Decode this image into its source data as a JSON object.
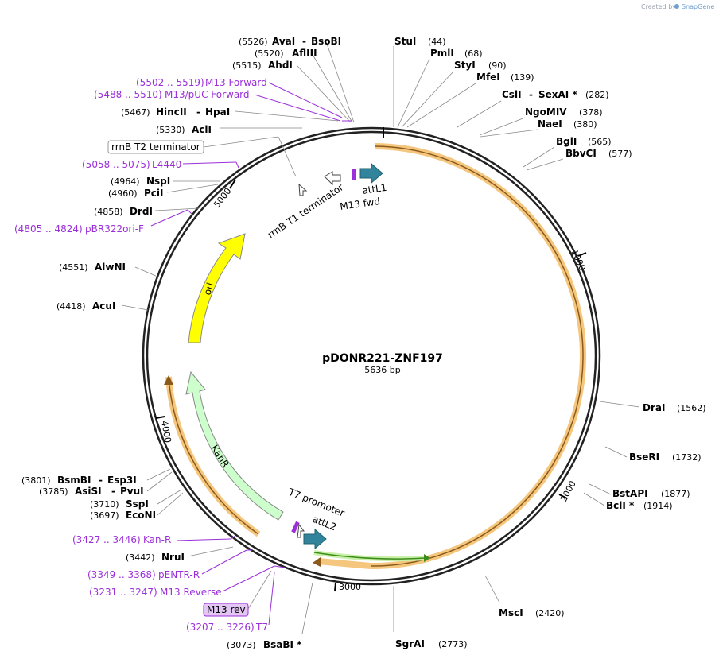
{
  "credit": {
    "prefix": "Created by",
    "brand": "SnapGene"
  },
  "plasmid": {
    "name": "pDONR221-ZNF197",
    "length": "5636 bp"
  },
  "ticks": [
    "1000",
    "2000",
    "3000",
    "4000",
    "5000"
  ],
  "enzymes": [
    {
      "name": "StuI",
      "pos": "(44)"
    },
    {
      "name": "PmlI",
      "pos": "(68)"
    },
    {
      "name": "StyI",
      "pos": "(90)"
    },
    {
      "name": "MfeI",
      "pos": "(139)"
    },
    {
      "name": "CslI",
      "name2": "SexAI *",
      "pos": "(282)"
    },
    {
      "name": "NgoMIV",
      "pos": "(378)"
    },
    {
      "name": "NaeI",
      "pos": "(380)"
    },
    {
      "name": "BglI",
      "pos": "(565)"
    },
    {
      "name": "BbvCI",
      "pos": "(577)"
    },
    {
      "name": "DraI",
      "pos": "(1562)"
    },
    {
      "name": "BseRI",
      "pos": "(1732)"
    },
    {
      "name": "BstAPI",
      "pos": "(1877)"
    },
    {
      "name": "BclI *",
      "pos": "(1914)"
    },
    {
      "name": "MscI",
      "pos": "(2420)"
    },
    {
      "name": "SgrAI",
      "pos": "(2773)"
    },
    {
      "name": "BsaBI *",
      "pos": "(3073)"
    },
    {
      "name": "NruI",
      "pos": "(3442)"
    },
    {
      "name": "EcoNI",
      "pos": "(3697)"
    },
    {
      "name": "SspI",
      "pos": "(3710)"
    },
    {
      "name": "AsiSI",
      "name2": "PvuI",
      "pos": "(3785)"
    },
    {
      "name": "BsmBI",
      "name2": "Esp3I",
      "pos": "(3801)"
    },
    {
      "name": "AcuI",
      "pos": "(4418)"
    },
    {
      "name": "AlwNI",
      "pos": "(4551)"
    },
    {
      "name": "DrdI",
      "pos": "(4858)"
    },
    {
      "name": "PciI",
      "pos": "(4960)"
    },
    {
      "name": "NspI",
      "pos": "(4964)"
    },
    {
      "name": "AclI",
      "pos": "(5330)"
    },
    {
      "name": "HincII",
      "name2": "HpaI",
      "pos": "(5467)"
    },
    {
      "name": "AhdI",
      "pos": "(5515)"
    },
    {
      "name": "AflIII",
      "pos": "(5520)"
    },
    {
      "name": "AvaI",
      "name2": "BsoBI",
      "pos": "(5526)"
    }
  ],
  "primers": [
    {
      "name": "M13 Forward",
      "range": "(5502 .. 5519)"
    },
    {
      "name": "M13/pUC Forward",
      "range": "(5488 .. 5510)"
    },
    {
      "name": "L4440",
      "range": "(5058 .. 5075)"
    },
    {
      "name": "pBR322ori-F",
      "range": "(4805 .. 4824)"
    },
    {
      "name": "Kan-R",
      "range": "(3427 .. 3446)"
    },
    {
      "name": "pENTR-R",
      "range": "(3349 .. 3368)"
    },
    {
      "name": "M13 Reverse",
      "range": "(3231 .. 3247)"
    },
    {
      "name": "T7",
      "range": "(3207 .. 3226)"
    }
  ],
  "boxed": {
    "terminator": "rrnB T2 terminator",
    "m13rev": "M13 rev"
  },
  "features": {
    "ori": "ori",
    "kanr": "KanR",
    "attl1": "attL1",
    "m13fwd": "M13 fwd",
    "rrnb_t1": "rrnB T1 terminator",
    "t7_promoter": "T7 promoter",
    "attl2": "attL2"
  },
  "colors": {
    "backbone": "#222222",
    "primer": "#9b30d9",
    "ori": "#ffff00",
    "kanr": "#ccffcc",
    "attl": "#31849b",
    "orf_highlight": "#f5c77e",
    "orf_arrow": "#8b5a1a",
    "green_arrow": "#5dbb2e"
  }
}
